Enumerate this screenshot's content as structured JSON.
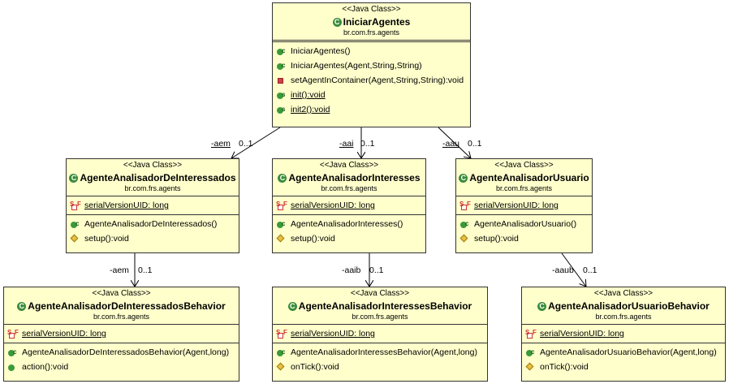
{
  "classes": {
    "iniciar": {
      "stereotype": "<<Java Class>>",
      "name": "IniciarAgentes",
      "package": "br.com.frs.agents",
      "methods": [
        "IniciarAgentes()",
        "IniciarAgentes(Agent,String,String)",
        "setAgentInContainer(Agent,String,String):void",
        "init():void",
        "init2():void"
      ]
    },
    "di": {
      "stereotype": "<<Java Class>>",
      "name": "AgenteAnalisadorDeInteressados",
      "package": "br.com.frs.agents",
      "field": "serialVersionUID: long",
      "methods": [
        "AgenteAnalisadorDeInteressados()",
        "setup():void"
      ]
    },
    "ai": {
      "stereotype": "<<Java Class>>",
      "name": "AgenteAnalisadorInteresses",
      "package": "br.com.frs.agents",
      "field": "serialVersionUID: long",
      "methods": [
        "AgenteAnalisadorInteresses()",
        "setup():void"
      ]
    },
    "au": {
      "stereotype": "<<Java Class>>",
      "name": "AgenteAnalisadorUsuario",
      "package": "br.com.frs.agents",
      "field": "serialVersionUID: long",
      "methods": [
        "AgenteAnalisadorUsuario()",
        "setup():void"
      ]
    },
    "dib": {
      "stereotype": "<<Java Class>>",
      "name": "AgenteAnalisadorDeInteressadosBehavior",
      "package": "br.com.frs.agents",
      "field": "serialVersionUID: long",
      "methods": [
        "AgenteAnalisadorDeInteressadosBehavior(Agent,long)",
        "action():void"
      ]
    },
    "aib": {
      "stereotype": "<<Java Class>>",
      "name": "AgenteAnalisadorInteressesBehavior",
      "package": "br.com.frs.agents",
      "field": "serialVersionUID: long",
      "methods": [
        "AgenteAnalisadorInteressesBehavior(Agent,long)",
        "onTick():void"
      ]
    },
    "aub": {
      "stereotype": "<<Java Class>>",
      "name": "AgenteAnalisadorUsuarioBehavior",
      "package": "br.com.frs.agents",
      "field": "serialVersionUID: long",
      "methods": [
        "AgenteAnalisadorUsuarioBehavior(Agent,long)",
        "onTick():void"
      ]
    }
  },
  "associations": {
    "aem_top": {
      "role": "-aem",
      "mult": "0..1"
    },
    "aai": {
      "role": "-aai",
      "mult": "0..1"
    },
    "aau": {
      "role": "-aau",
      "mult": "0..1"
    },
    "aem_bottom": {
      "role": "-aem",
      "mult": "0..1"
    },
    "aaib": {
      "role": "-aaib",
      "mult": "0..1"
    },
    "aaub": {
      "role": "-aaub",
      "mult": "0..1"
    }
  },
  "colors": {
    "class_fill": "#ffffcc",
    "class_icon": "#3a8c3a",
    "border": "#333333"
  }
}
